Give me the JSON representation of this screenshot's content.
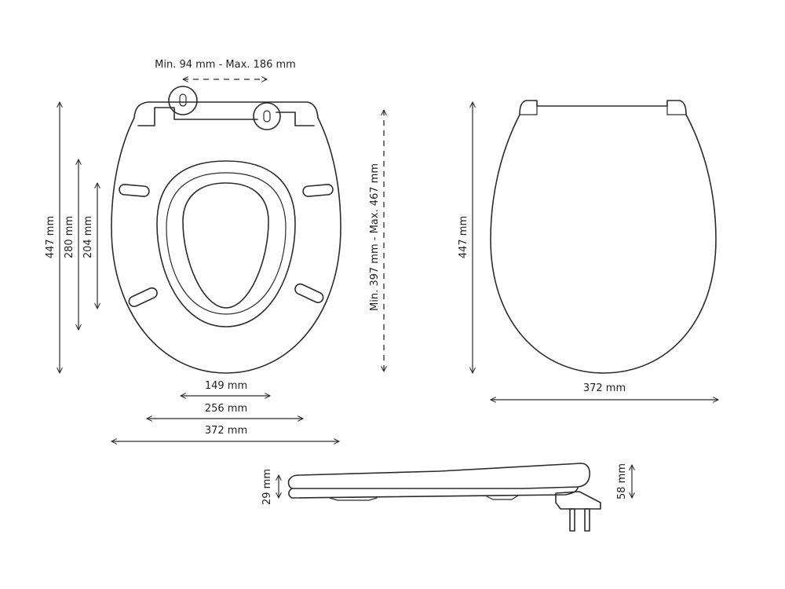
{
  "top_view": {
    "hinge_spacing": "Min. 94 mm - Max. 186 mm",
    "total_length": "447 mm",
    "opening_length": "280 mm",
    "inner_opening_length": "204 mm",
    "mount_distance": "Min. 397 mm - Max. 467 mm",
    "inner_width": "149 mm",
    "opening_width": "256 mm",
    "total_width": "372 mm"
  },
  "lid_view": {
    "length": "447 mm",
    "width": "372 mm"
  },
  "side_view": {
    "seat_height": "29 mm",
    "hinge_height": "58 mm"
  }
}
